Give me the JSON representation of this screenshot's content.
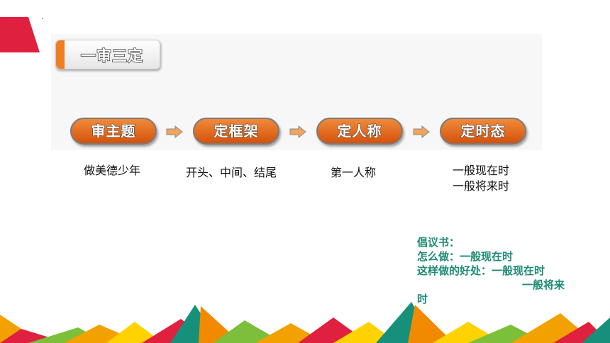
{
  "title": "一审三定",
  "steps": [
    {
      "label": "审主题",
      "note_lines": [
        "做美德少年"
      ]
    },
    {
      "label": "定框架",
      "note_lines": [
        "开头、中间、结尾"
      ]
    },
    {
      "label": "定人称",
      "note_lines": [
        "第一人称"
      ]
    },
    {
      "label": "定时态",
      "note_lines": [
        "一般现在时",
        "一般将来时"
      ]
    }
  ],
  "proposal": {
    "line1": "倡议书：",
    "line2": "怎么做：一般现在时",
    "line3": "这样做的好处：一般现在时",
    "line4": "一般将来",
    "line5": "时"
  },
  "colors": {
    "accent_orange": "#ee7e22",
    "corner_red": "#e0203f",
    "proposal_text": "#1f8a76"
  }
}
